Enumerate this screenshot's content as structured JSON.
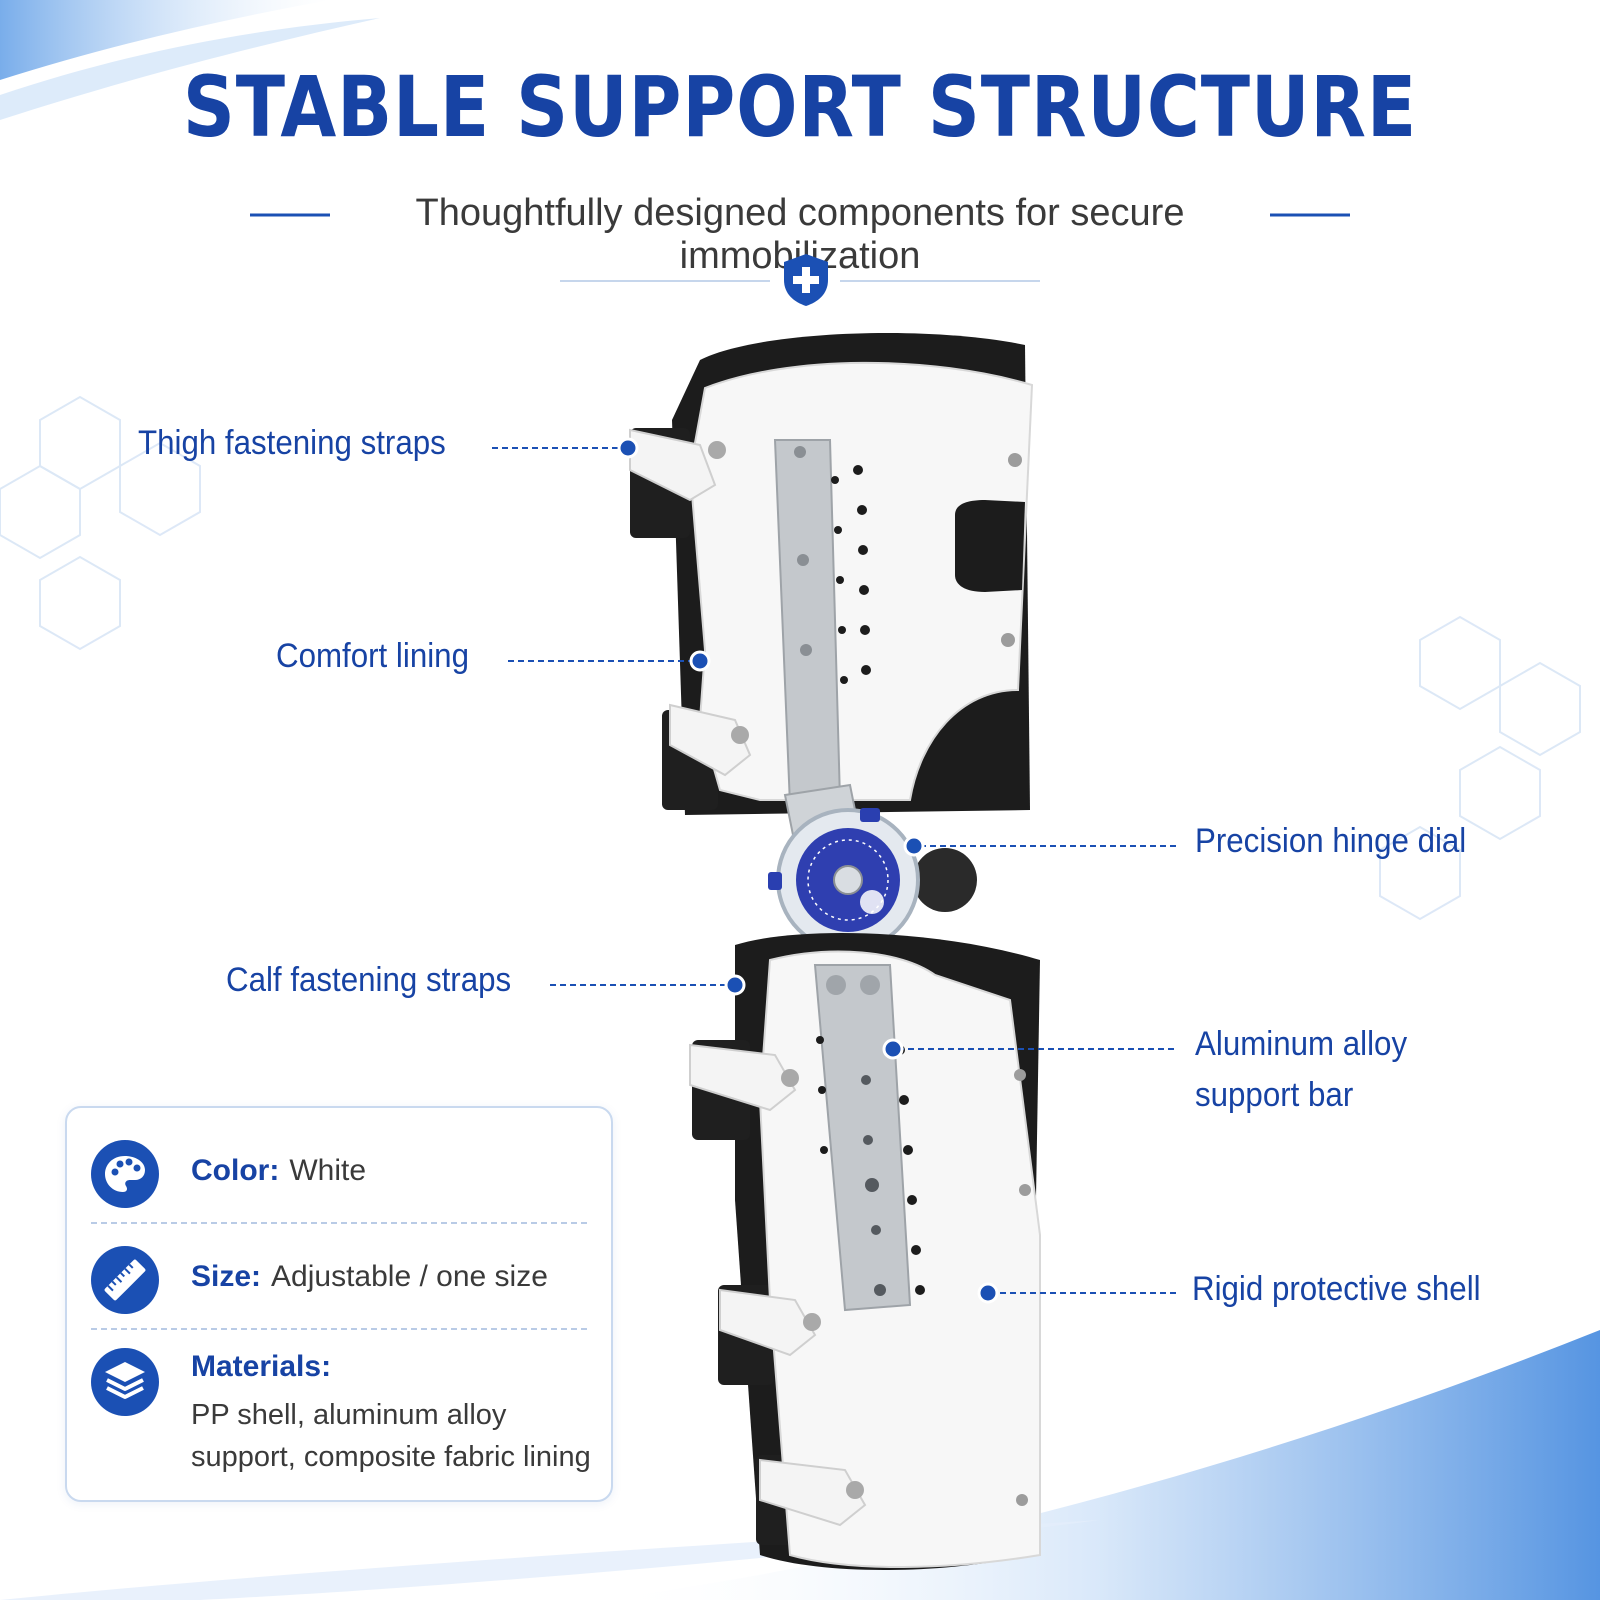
{
  "header": {
    "title": "STABLE SUPPORT STRUCTURE",
    "subtitle": "Thoughtfully designed components for secure immobilization"
  },
  "callouts": {
    "thigh_straps": "Thigh fastening straps",
    "comfort_lining": "Comfort lining",
    "hinge_dial": "Precision hinge dial",
    "calf_straps": "Calf fastening straps",
    "support_bar_line1": "Aluminum alloy",
    "support_bar_line2": "support bar",
    "protective_shell": "Rigid protective shell"
  },
  "specs": {
    "color_key": "Color:",
    "color_value": "White",
    "size_key": "Size:",
    "size_value": "Adjustable / one size",
    "materials_key": "Materials:",
    "materials_value": "PP shell, aluminum alloy support, composite fabric lining"
  },
  "colors": {
    "brand_blue": "#1743a4",
    "icon_blue": "#1b50b4",
    "text_gray": "#3a3a3a",
    "shell_white": "#f7f7f7",
    "lining_black": "#1c1c1c",
    "metal_gray": "#c4c8cc"
  },
  "icons": {
    "badge": "medical-shield-icon",
    "color": "palette-icon",
    "size": "ruler-icon",
    "materials": "layers-icon"
  }
}
